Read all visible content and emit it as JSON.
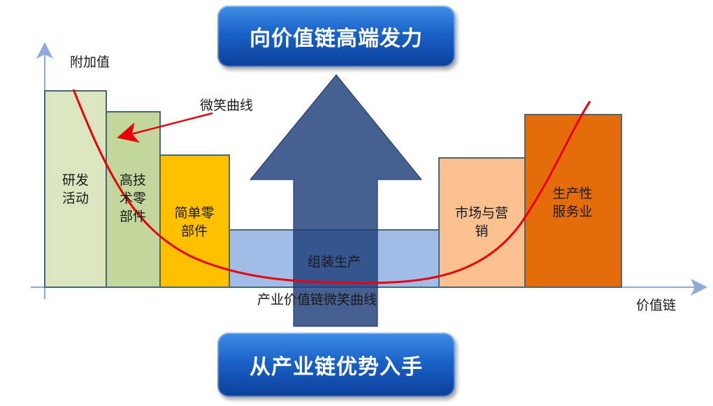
{
  "diagram": {
    "top_banner": "向价值链高端发力",
    "bottom_banner": "从产业链优势入手",
    "y_axis_label": "附加值",
    "x_axis_label": "价值链",
    "curve_label": "微笑曲线",
    "caption": "产业价值链微笑曲线",
    "segments": [
      {
        "id": "rnd",
        "lines": [
          "研发",
          "活动"
        ],
        "color": "#d9e6c0"
      },
      {
        "id": "hitech",
        "lines": [
          "高技",
          "术零",
          "部件"
        ],
        "color": "#c3d69b"
      },
      {
        "id": "simple",
        "lines": [
          "简单零",
          "部件"
        ],
        "color": "#ffc000"
      },
      {
        "id": "assembly",
        "lines": [
          "组装生产"
        ],
        "color": "#9fbde6"
      },
      {
        "id": "marketing",
        "lines": [
          "市场与营",
          "销"
        ],
        "color": "#fac090"
      },
      {
        "id": "service",
        "lines": [
          "生产性",
          "服务业"
        ],
        "color": "#e46c0a"
      }
    ],
    "colors": {
      "curve": "#e8000b",
      "arrow": "#1f3d7a",
      "axis": "#8eaadb",
      "box_border": "#4a6670",
      "banner": "#1a62c8"
    }
  }
}
